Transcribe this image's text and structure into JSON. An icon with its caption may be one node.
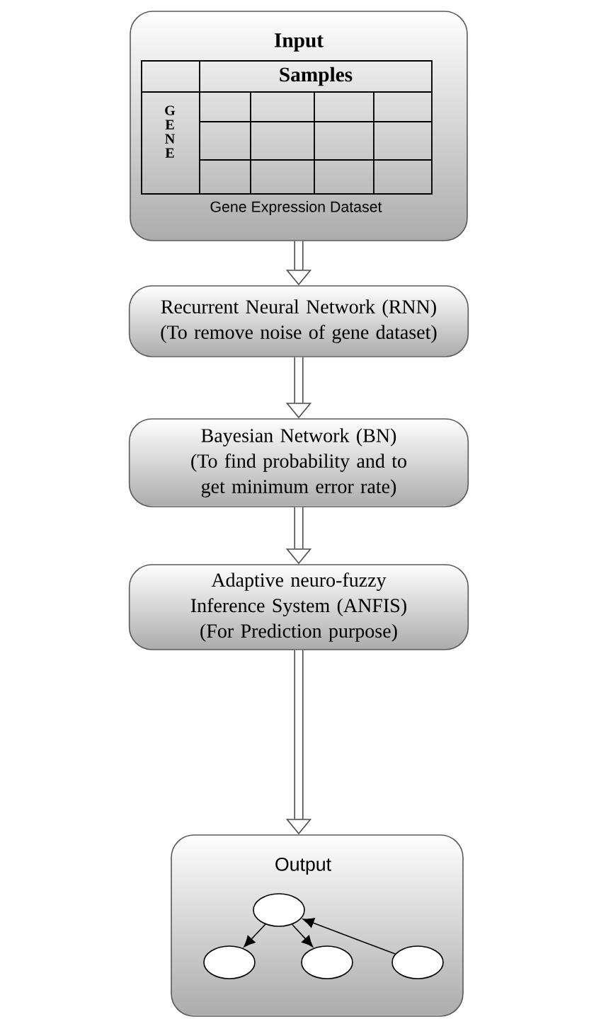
{
  "diagram": {
    "nodes": [
      {
        "text": [
          "Input",
          "Gene Expression Dataset"
        ]
      },
      {
        "text": [
          "Recurrent Neural Network (RNN)",
          "(To remove noise of gene dataset)"
        ]
      },
      {
        "text": [
          "Bayesian Network (BN)",
          "(To find probability and to get minimum error rate)"
        ]
      },
      {
        "text": [
          "Adaptive neuro-fuzzy Inference System (ANFIS)",
          "(For Prediction purpose)"
        ]
      },
      {
        "text": [
          "Output"
        ]
      },
      {
        "text": [],
        "shape": "circle",
        "in": 4
      },
      {
        "text": [],
        "shape": "circle",
        "in": 4
      },
      {
        "text": [],
        "shape": "circle",
        "in": 4
      },
      {
        "text": [],
        "shape": "circle",
        "in": 4
      }
    ],
    "edges": [
      {
        "from": 0,
        "to": 1,
        "arrow": "to"
      },
      {
        "from": 1,
        "to": 2,
        "arrow": "to"
      },
      {
        "from": 2,
        "to": 3,
        "arrow": "to"
      },
      {
        "from": 3,
        "to": 4,
        "arrow": "to"
      },
      {
        "from": 5,
        "to": 6,
        "arrow": "to"
      },
      {
        "from": 5,
        "to": 7,
        "arrow": "to"
      },
      {
        "from": 8,
        "to": 5,
        "arrow": "to"
      }
    ],
    "labels": [
      "Samples",
      "G E N E"
    ]
  }
}
